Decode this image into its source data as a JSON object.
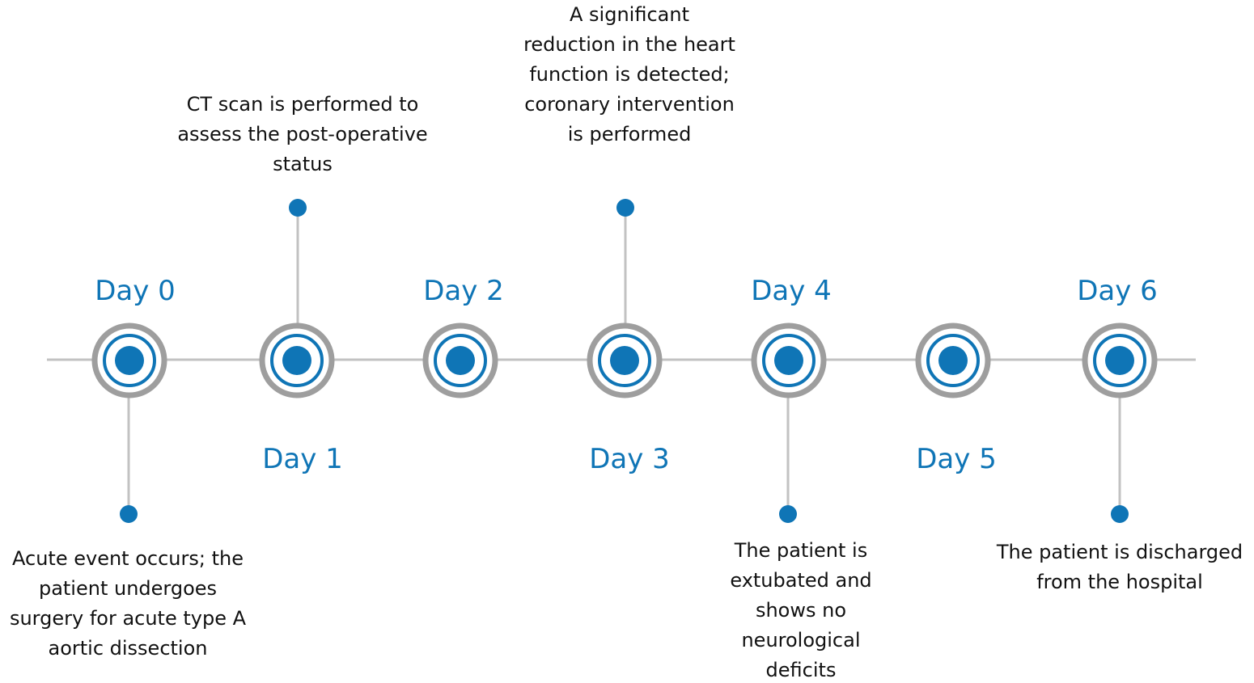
{
  "colors": {
    "accent": "#0f75b6",
    "timeline": "#c2c2c2",
    "ring": "#9e9e9e",
    "text": "#111111"
  },
  "days": [
    {
      "label": "Day 0"
    },
    {
      "label": "Day 1"
    },
    {
      "label": "Day 2"
    },
    {
      "label": "Day 3"
    },
    {
      "label": "Day 4"
    },
    {
      "label": "Day 5"
    },
    {
      "label": "Day 6"
    }
  ],
  "events": {
    "day0": {
      "lines": [
        "Acute event occurs; the",
        "patient undergoes",
        "surgery for acute type A",
        "aortic dissection"
      ]
    },
    "day1": {
      "lines": [
        "CT scan is performed to",
        "assess the post-operative",
        "status"
      ]
    },
    "day3": {
      "lines": [
        "A significant",
        "reduction in the heart",
        "function is detected;",
        "coronary intervention",
        "is performed"
      ]
    },
    "day4": {
      "lines": [
        "The patient is",
        "extubated and",
        "shows no",
        "neurological",
        "deficits"
      ]
    },
    "day6": {
      "lines": [
        "The patient is discharged",
        "from the hospital"
      ]
    }
  }
}
